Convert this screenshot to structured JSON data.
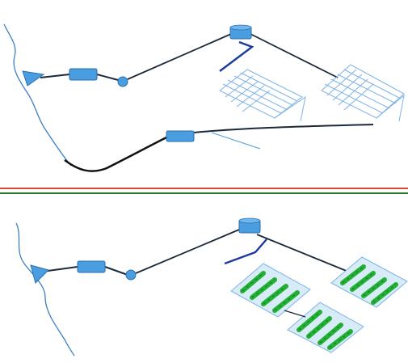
{
  "diagram": {
    "panels": [
      {
        "id": "top",
        "variant": "before",
        "components": [
          "intake",
          "pump",
          "valve",
          "reservoir",
          "field-grid-1",
          "field-grid-2",
          "drain-pump"
        ]
      },
      {
        "id": "bottom",
        "variant": "after",
        "components": [
          "intake",
          "pump",
          "valve",
          "reservoir",
          "crop-field-1",
          "crop-field-2",
          "crop-field-3"
        ]
      }
    ],
    "divider": {
      "colors": [
        "#d94a3a",
        "#2a7a2a"
      ]
    },
    "colors": {
      "component_fill": "#4a9ee0",
      "component_stroke": "#2a6fb0",
      "pipe": "#1a2a3a",
      "blue_pipe": "#1a3aa0",
      "river": "#3a7fc4",
      "grid_line": "#7fb3e6",
      "crop": "#22b035",
      "crop_dark": "#0f7a1f",
      "bed": "#d8ecf8"
    }
  }
}
